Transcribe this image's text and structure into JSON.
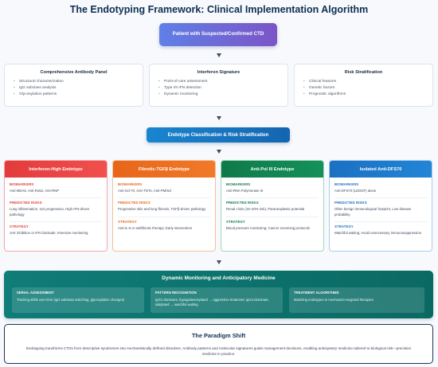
{
  "title": "The Endotyping Framework: Clinical Implementation Algorithm",
  "start": "Patient with Suspected/Confirmed CTD",
  "assessments": [
    {
      "title": "Comprehensive Antibody Panel",
      "items": [
        "Structural characterization",
        "IgG subclass analysis",
        "Glycosylation patterns"
      ]
    },
    {
      "title": "Interferon Signature",
      "items": [
        "Point-of-care assessment",
        "Type I/II IFN detection",
        "Dynamic monitoring"
      ]
    },
    {
      "title": "Risk Stratification",
      "items": [
        "Clinical features",
        "Genetic factors",
        "Prognostic algorithms"
      ]
    }
  ],
  "classification": "Endotype Classification & Risk Stratification",
  "section_labels": {
    "biomarkers": "BIOMARKERS",
    "risks": "PREDICTED RISKS",
    "strategy": "STRATEGY"
  },
  "endotypes": [
    {
      "name": "Interferon-High Endotype",
      "color": "#e33b3b",
      "color2": "#f24f4f",
      "border": "#f0a8a8",
      "biomarkers": "Anti-MDA5, Anti-Ro52, Anti-RNP",
      "risks": "Lung inflammation, ILD progression, High IFN-driven pathology",
      "strategy": "JAK inhibition or IFN blockade; Intensive monitoring"
    },
    {
      "name": "Fibrotic-TGFβ Endotype",
      "color": "#e8651a",
      "color2": "#f07a28",
      "border": "#f4c09a",
      "biomarkers": "Anti-Scl-70, Anti-Th/To, Anti-PM/Scl",
      "risks": "Progressive skin and lung fibrosis, TGFβ-driven pathology",
      "strategy": "Anti-IL-6 or antifibrotic therapy; Early intervention"
    },
    {
      "name": "Anti-Pol III Endotype",
      "color": "#0f7a4a",
      "color2": "#14915a",
      "border": "#9fd6bb",
      "biomarkers": "Anti-RNA Polymerase III",
      "risks": "Renal crisis (15–20% risk), Paraneoplastic potential",
      "strategy": "Blood pressure monitoring; Cancer screening protocols"
    },
    {
      "name": "Isolated Anti-DFS70",
      "color": "#1b70c2",
      "color2": "#2285d6",
      "border": "#a8cdee",
      "biomarkers": "Anti-DFS70 (LEDGF) alone",
      "risks": "Often benign immunological footprint, Low disease probability",
      "strategy": "Watchful waiting; Avoid unnecessary immunosuppression"
    }
  ],
  "monitoring": {
    "title": "Dynamic Monitoring and Anticipatory Medicine",
    "cards": [
      {
        "title": "SERIAL ASSESSMENT",
        "text": "Tracking shifts over time (IgG subclass switching, glycosylation changes)"
      },
      {
        "title": "PATTERN RECOGNITION",
        "text": "IgG1-dominant, hypogalactosylated → aggressive treatment; IgG4-dominant, sialylated → watchful waiting"
      },
      {
        "title": "TREATMENT ALGORITHMS",
        "text": "Matching endotypes to mechanism-targeted therapies"
      }
    ]
  },
  "paradigm": {
    "title": "The Paradigm Shift",
    "text": "Endotyping transforms CTDs from descriptive syndromes into mechanistically defined disorders. Antibody patterns and molecular signatures guide management decisions, enabling anticipatory medicine tailored to biological risk—precision medicine in practice."
  }
}
